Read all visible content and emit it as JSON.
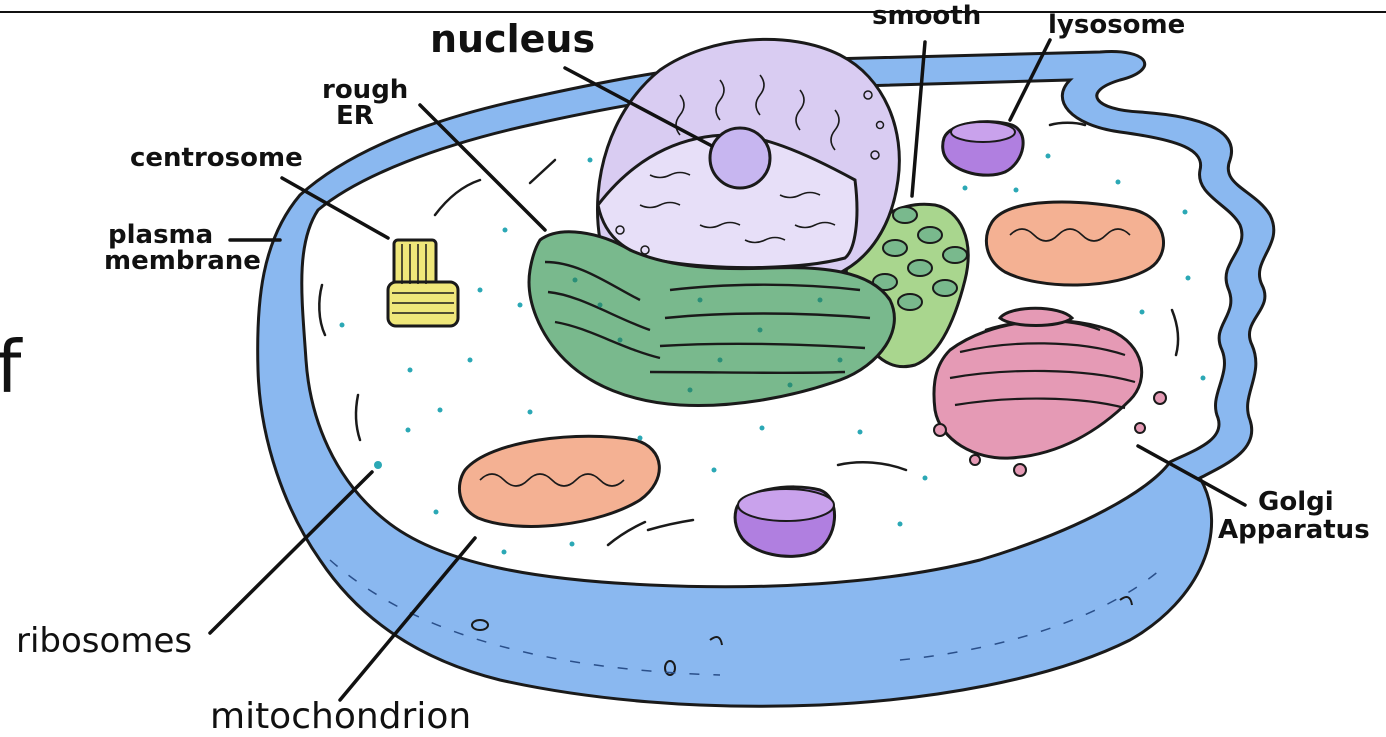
{
  "diagram": {
    "page_letter": "f",
    "labels": {
      "nucleus": "nucleus",
      "rough_er": "rough\nER",
      "smooth": "smooth",
      "lysosome": "lysosome",
      "centrosome": "centrosome",
      "plasma_membrane": "plasma\nmembrane",
      "golgi": "Golgi\nApparatus",
      "ribosomes": "ribosomes",
      "mitochondrion": "mitochondrion"
    },
    "colors": {
      "membrane": "#8ab8f0",
      "cytoplasm": "#ffffff",
      "nucleus": "#d9ccf2",
      "nucleolus": "#c7b6f0",
      "rough_er": "#79b98d",
      "smooth_er": "#a9d68e",
      "golgi": "#e59ab5",
      "mitochondrion": "#f4b193",
      "lysosome": "#b07fe0",
      "centrosome": "#efe77a",
      "ribosome": "#2ba8b5"
    }
  }
}
